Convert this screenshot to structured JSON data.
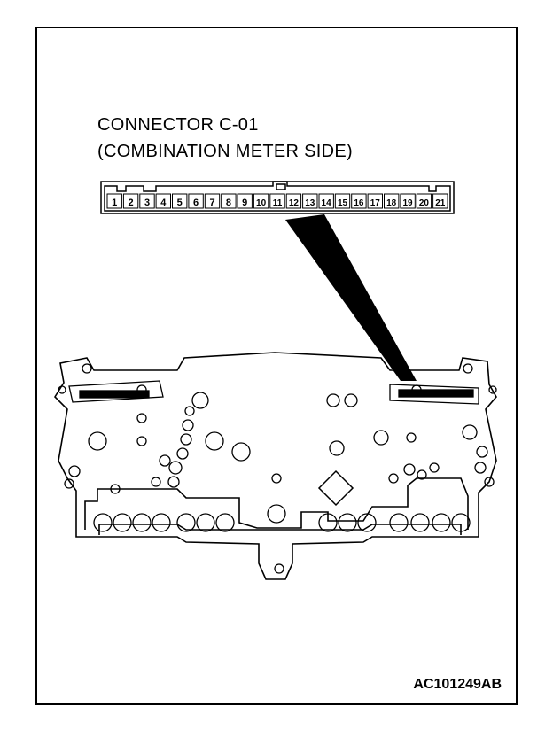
{
  "diagram": {
    "title_line1": "CONNECTOR C-01",
    "title_line2": "(COMBINATION METER SIDE)",
    "figure_code": "AC101249AB",
    "connector_pins": [
      "1",
      "2",
      "3",
      "4",
      "5",
      "6",
      "7",
      "8",
      "9",
      "10",
      "11",
      "12",
      "13",
      "14",
      "15",
      "16",
      "17",
      "18",
      "19",
      "20",
      "21"
    ]
  },
  "colors": {
    "ink": "#000000",
    "paper": "#ffffff"
  }
}
